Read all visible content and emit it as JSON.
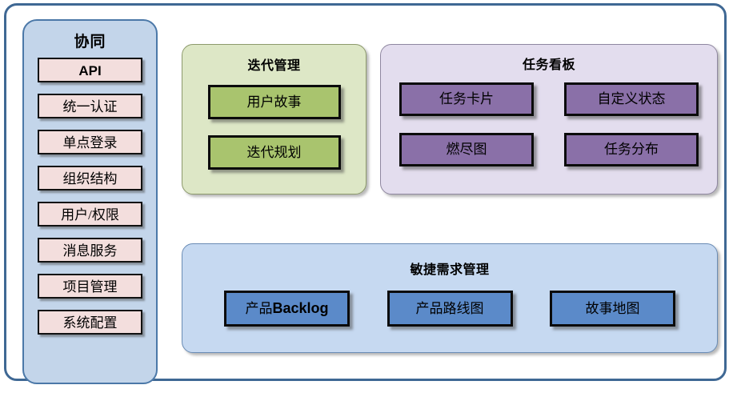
{
  "sidebar": {
    "title": "协同",
    "items": [
      {
        "label": "API",
        "style": "sans"
      },
      {
        "label": "统一认证",
        "style": "serif"
      },
      {
        "label": "单点登录",
        "style": "serif"
      },
      {
        "label": "组织结构",
        "style": "serif"
      },
      {
        "label": "用户/权限",
        "style": "serif"
      },
      {
        "label": "消息服务",
        "style": "serif"
      },
      {
        "label": "项目管理",
        "style": "serif"
      },
      {
        "label": "系统配置",
        "style": "serif"
      }
    ]
  },
  "panels": {
    "iteration": {
      "title": "迭代管理",
      "boxes": [
        {
          "label": "用户故事"
        },
        {
          "label": "迭代规划"
        }
      ]
    },
    "taskboard": {
      "title": "任务看板",
      "boxes": [
        {
          "label": "任务卡片"
        },
        {
          "label": "自定义状态"
        },
        {
          "label": "燃尽图"
        },
        {
          "label": "任务分布"
        }
      ]
    },
    "agile": {
      "title": "敏捷需求管理",
      "boxes": [
        {
          "label_cn": "产品",
          "label_latin": "Backlog"
        },
        {
          "label_cn": "产品路线图",
          "label_latin": ""
        },
        {
          "label_cn": "故事地图",
          "label_latin": ""
        }
      ]
    }
  },
  "colors": {
    "frame_border": "#3f6894",
    "sidebar_fill": "#c3d5ea",
    "sidebar_border": "#4b78a8",
    "sidebar_item_fill": "#f3dedd",
    "panel_green_fill": "#dde7c6",
    "box_green_fill": "#a9c46e",
    "panel_purple_fill": "#e3ddee",
    "box_purple_fill": "#8a70a8",
    "panel_blue_fill": "#c6d9f1",
    "box_blue_fill": "#5b8ac9",
    "box_border": "#0b0b0b"
  }
}
